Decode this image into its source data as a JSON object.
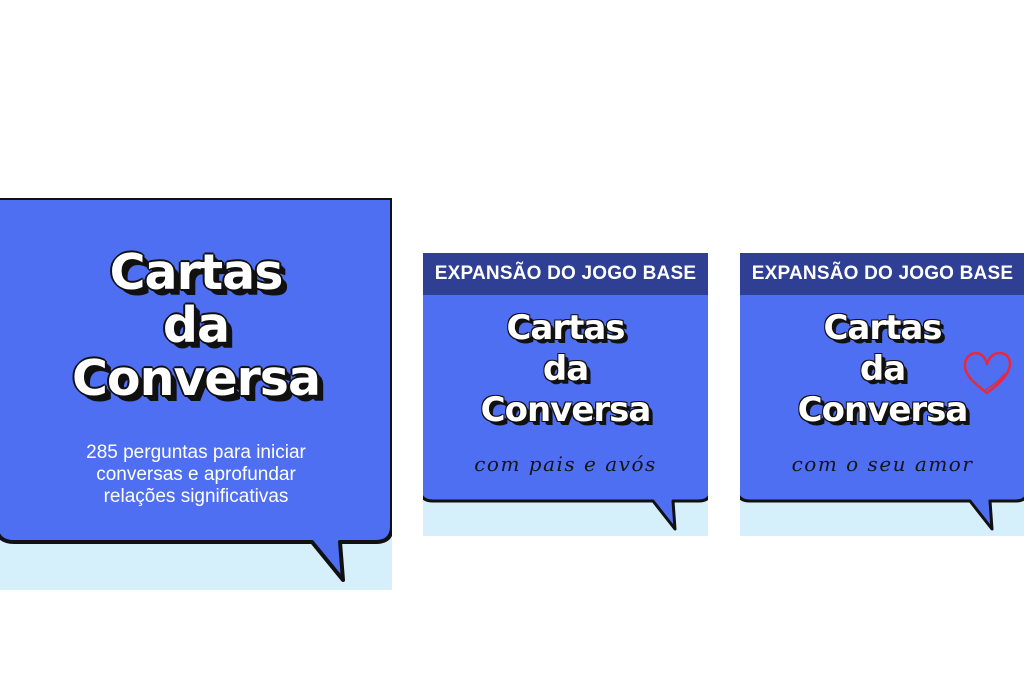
{
  "cards": [
    {
      "title_lines": [
        "Cartas",
        "da",
        "Conversa"
      ],
      "description_lines": [
        "285 perguntas para iniciar",
        "conversas e aprofundar",
        "relações significativas"
      ]
    },
    {
      "banner": "EXPANSÃO DO JOGO BASE",
      "title_lines": [
        "Cartas",
        "da",
        "Conversa"
      ],
      "tagline": "com pais e avós"
    },
    {
      "banner": "EXPANSÃO DO JOGO BASE",
      "title_lines": [
        "Cartas",
        "da",
        "Conversa"
      ],
      "tagline": "com o seu amor",
      "decoration_icon": "heart-icon"
    }
  ],
  "colors": {
    "bubble_blue": "#4f6ff3",
    "banner_navy": "#2f3f94",
    "background_light_blue": "#d6f0fb",
    "outline_black": "#111111",
    "heart_red": "#e8283c"
  }
}
